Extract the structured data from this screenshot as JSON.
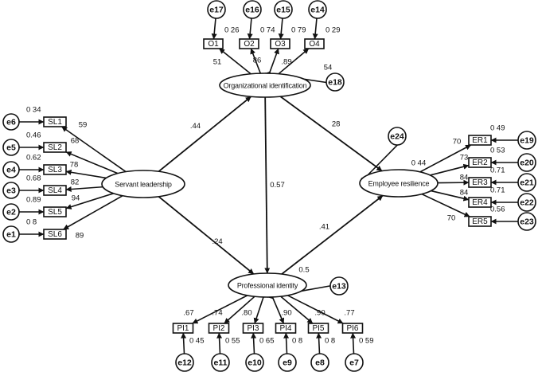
{
  "latents": {
    "SL": {
      "label": "Servant leadership"
    },
    "OI": {
      "label": "Organizational identification"
    },
    "PI": {
      "label": "Professional identity"
    },
    "ER": {
      "label": "Employee resilience"
    }
  },
  "residuals": {
    "OI": {
      "label": "e18"
    },
    "PI": {
      "label": "e13",
      "r2": "0.5"
    },
    "ER": {
      "label": "e24",
      "r2": "0 44"
    }
  },
  "structural": [
    {
      "from": "SL",
      "to": "OI",
      "coef": ".44"
    },
    {
      "from": "SL",
      "to": "PI",
      "coef": ".24"
    },
    {
      "from": "OI",
      "to": "PI",
      "coef": "0.57"
    },
    {
      "from": "OI",
      "to": "ER",
      "coef": "28"
    },
    {
      "from": "PI",
      "to": "ER",
      "coef": ".41"
    }
  ],
  "indicators": {
    "SL": [
      {
        "name": "SL1",
        "err": "e6",
        "loading": "59",
        "r2": "0 34"
      },
      {
        "name": "SL2",
        "err": "e5",
        "loading": "68",
        "r2": "0.46"
      },
      {
        "name": "SL3",
        "err": "e4",
        "loading": "78",
        "r2": "0.62"
      },
      {
        "name": "SL4",
        "err": "e3",
        "loading": "82",
        "r2": "0.68"
      },
      {
        "name": "SL5",
        "err": "e2",
        "loading": "94",
        "r2": "0.89"
      },
      {
        "name": "SL6",
        "err": "e1",
        "loading": "89",
        "r2": "0 8"
      }
    ],
    "OI": [
      {
        "name": "O1",
        "err": "e17",
        "loading": "51",
        "r2": "0 26"
      },
      {
        "name": "O2",
        "err": "e16",
        "loading": "86",
        "r2": "0 74"
      },
      {
        "name": "O3",
        "err": "e15",
        "loading": ".89",
        "r2": "0 79"
      },
      {
        "name": "O4",
        "err": "e14",
        "loading": "54",
        "r2": "0 29"
      }
    ],
    "PI": [
      {
        "name": "PI1",
        "err": "e12",
        "loading": ".67",
        "r2": "0 45"
      },
      {
        "name": "PI2",
        "err": "e11",
        "loading": ".74",
        "r2": "0 55"
      },
      {
        "name": "PI3",
        "err": "e10",
        "loading": ".80",
        "r2": "0 65"
      },
      {
        "name": "PI4",
        "err": "e9",
        "loading": ".90",
        "r2": "0 8"
      },
      {
        "name": "PI5",
        "err": "e8",
        "loading": ".90",
        "r2": "0 8"
      },
      {
        "name": "PI6",
        "err": "e7",
        "loading": ".77",
        "r2": "0 59"
      }
    ],
    "ER": [
      {
        "name": "ER1",
        "err": "e19",
        "loading": "70",
        "r2": "0 49"
      },
      {
        "name": "ER2",
        "err": "e20",
        "loading": "73",
        "r2": "0 53"
      },
      {
        "name": "ER3",
        "err": "e21",
        "loading": "84",
        "r2": "0.71"
      },
      {
        "name": "ER4",
        "err": "e22",
        "loading": "84",
        "r2": "0.71"
      },
      {
        "name": "ER5",
        "err": "e23",
        "loading": "70",
        "r2": "0.56"
      }
    ]
  }
}
